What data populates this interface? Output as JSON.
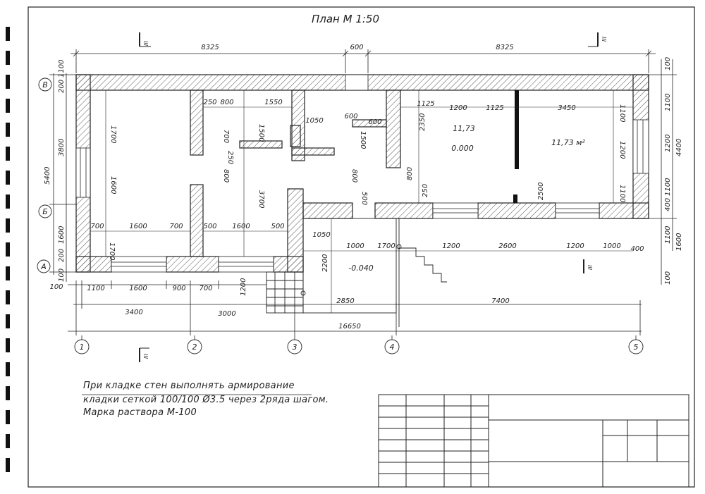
{
  "title": "План М 1:50",
  "section_marks": [
    "III",
    "III",
    "III",
    "III"
  ],
  "axes_letters": [
    "В",
    "Б",
    "А"
  ],
  "axes_numbers": [
    "1",
    "2",
    "3",
    "4",
    "5"
  ],
  "dims_top": [
    "8325",
    "600",
    "8325"
  ],
  "dims_bottom_row1": [
    "100",
    "1100",
    "1600",
    "900",
    "700",
    "1200"
  ],
  "dims_bottom_row2": [
    "3400",
    "3000",
    "2850",
    "7400"
  ],
  "dims_bottom_total": "16650",
  "dims_left": [
    "5400",
    "3800",
    "1600",
    "1100",
    "200",
    "200",
    "100"
  ],
  "dims_right": [
    "4400",
    "1100",
    "1200",
    "1100",
    "1600",
    "1100",
    "100",
    "400",
    "100"
  ],
  "interior_dims": [
    "1700",
    "1600",
    "700",
    "1600",
    "700",
    "1700",
    "250",
    "800",
    "1550",
    "700",
    "250",
    "800",
    "1500",
    "3700",
    "500",
    "1600",
    "500",
    "1050",
    "600",
    "600",
    "1500",
    "800",
    "500",
    "1050",
    "1125",
    "1200",
    "1125",
    "3450",
    "2350",
    "800",
    "250",
    "2500",
    "1100",
    "1200",
    "1100",
    "1000",
    "1700",
    "1200",
    "2600",
    "1200",
    "1000",
    "2200",
    "400"
  ],
  "room_labels": [
    "11,73",
    "0.000",
    "11,73 м²",
    "-0.040"
  ],
  "notes": [
    "При кладке стен выполнять армирование",
    "кладки сеткой 100/100 Ø3.5 через 2ряда шагом.",
    "Марка раствора М-100"
  ],
  "colors": {
    "ink": "#222222",
    "hatch": "#555555",
    "paper": "#ffffff"
  }
}
